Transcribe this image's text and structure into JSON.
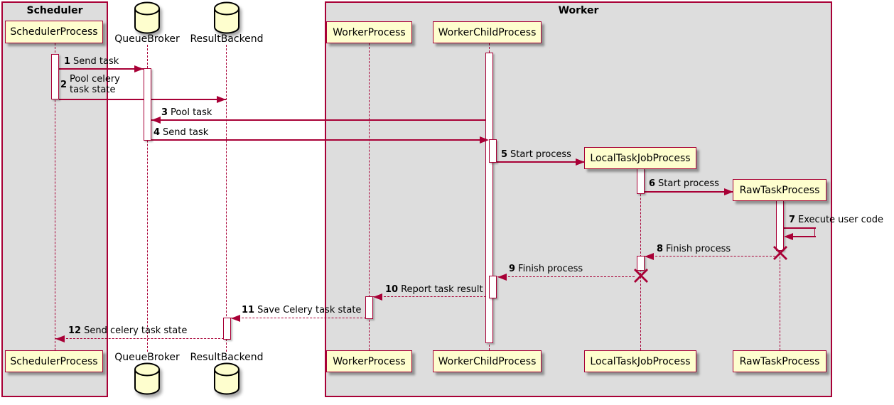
{
  "groups": {
    "scheduler": "Scheduler",
    "worker": "Worker"
  },
  "participants": {
    "scheduler_process": "SchedulerProcess",
    "queue_broker": "QueueBroker",
    "result_backend": "ResultBackend",
    "worker_process": "WorkerProcess",
    "worker_child_process": "WorkerChildProcess",
    "local_task_job_process": "LocalTaskJobProcess",
    "raw_task_process": "RawTaskProcess"
  },
  "messages": [
    {
      "num": "1",
      "text": "Send task"
    },
    {
      "num": "2",
      "text_line1": "Pool celery",
      "text_line2": "task state"
    },
    {
      "num": "3",
      "text": "Pool task"
    },
    {
      "num": "4",
      "text": "Send task"
    },
    {
      "num": "5",
      "text": "Start process"
    },
    {
      "num": "6",
      "text": "Start process"
    },
    {
      "num": "7",
      "text": "Execute user code"
    },
    {
      "num": "8",
      "text": "Finish process"
    },
    {
      "num": "9",
      "text": "Finish process"
    },
    {
      "num": "10",
      "text": "Report task result"
    },
    {
      "num": "11",
      "text": "Save Celery task state"
    },
    {
      "num": "12",
      "text": "Send celery task state"
    }
  ],
  "colors": {
    "accent": "#A80036",
    "participant_fill": "#FEFECE",
    "group_fill": "#DDDDDD",
    "background": "#FFFFFF"
  }
}
